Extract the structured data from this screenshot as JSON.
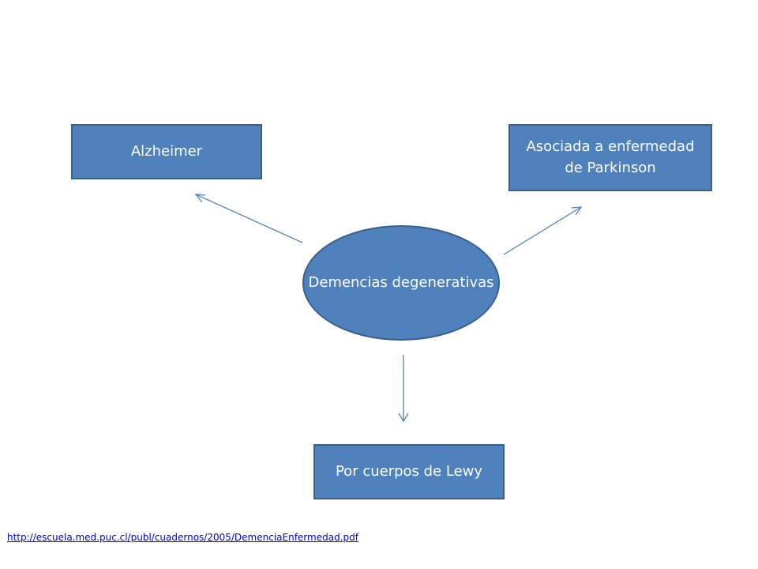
{
  "diagram": {
    "center": {
      "line1": "Demencias",
      "line2": "degenerativas"
    },
    "nodes": {
      "alzheimer": {
        "label": "Alzheimer"
      },
      "parkinson": {
        "line1": "Asociada a enfermedad",
        "line2": "de Parkinson"
      },
      "lewy": {
        "label": "Por cuerpos de Lewy"
      }
    },
    "colors": {
      "node_fill": "#4f81bd",
      "node_border": "#3a5f8c",
      "arrow": "#4f81bd",
      "text": "#ffffff"
    }
  },
  "source": {
    "url": "http://escuela.med.puc.cl/publ/cuadernos/2005/DemenciaEnfermedad.pdf"
  }
}
